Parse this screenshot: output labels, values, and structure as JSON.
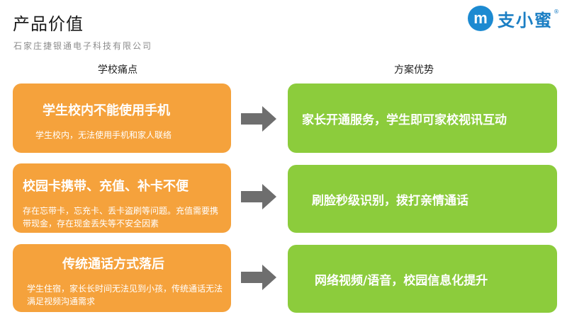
{
  "header": {
    "title": "产品价值",
    "company": "石家庄捷银通电子科技有限公司",
    "logo_mark": "m",
    "logo_text": "支小蜜",
    "logo_reg": "®"
  },
  "columns": {
    "left": "学校痛点",
    "right": "方案优势"
  },
  "rows": [
    {
      "pain_title": "学生校内不能使用手机",
      "pain_desc": "学生校内，无法使用手机和家人联络",
      "advantage": "家长开通服务，学生即可家校视讯互动"
    },
    {
      "pain_title": "校园卡携带、充值、补卡不便",
      "pain_desc": "存在忘带卡，忘充卡、丢卡盗刷等问题。充值需要携带现金，存在现金丢失等不安全因素",
      "advantage": "刷脸秒级识别，拨打亲情通话"
    },
    {
      "pain_title": "传统通话方式落后",
      "pain_desc": "学生住宿，家长长时间无法见到小孩，传统通话无法满足视频沟通需求",
      "advantage": "网络视频/语音，校园信息化提升"
    }
  ],
  "colors": {
    "pain": "#f5a23c",
    "advantage": "#8ccc3c",
    "arrow": "#6e6e6e",
    "brand": "#1c8ad1"
  }
}
